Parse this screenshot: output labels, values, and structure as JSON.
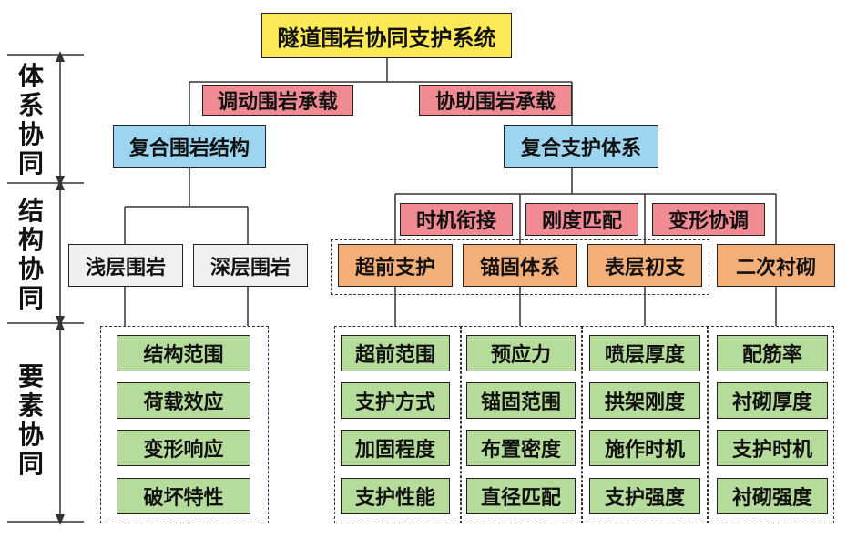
{
  "root": "隧道围岩协同支护系统",
  "levels": {
    "system": "体系协同",
    "structure": "结构协同",
    "element": "要素协同"
  },
  "mechanisms": {
    "mobilize": "调动围岩承载",
    "assist": "协助围岩承载"
  },
  "composite_rock": "复合围岩结构",
  "composite_support": "复合支护体系",
  "rock_types": {
    "shallow": "浅层围岩",
    "deep": "深层围岩"
  },
  "coordination": {
    "timing": "时机衔接",
    "stiffness": "刚度匹配",
    "deformation": "变形协调"
  },
  "support_parts": {
    "advance": "超前支护",
    "anchor": "锚固体系",
    "initial": "表层初支",
    "lining": "二次衬砌"
  },
  "elements": {
    "rock": [
      "结构范围",
      "荷载效应",
      "变形响应",
      "破坏特性"
    ],
    "advance": [
      "超前范围",
      "支护方式",
      "加固程度",
      "支护性能"
    ],
    "anchor": [
      "预应力",
      "锚固范围",
      "布置密度",
      "直径匹配"
    ],
    "initial": [
      "喷层厚度",
      "拱架刚度",
      "施作时机",
      "支护强度"
    ],
    "lining": [
      "配筋率",
      "衬砌厚度",
      "支护时机",
      "衬砌强度"
    ]
  },
  "colors": {
    "root": "#fbe955",
    "blue": "#9dd4ef",
    "pink": "#f08a93",
    "orange": "#f4ae77",
    "white": "#f0f0f0",
    "green": "#b6dc9b"
  }
}
